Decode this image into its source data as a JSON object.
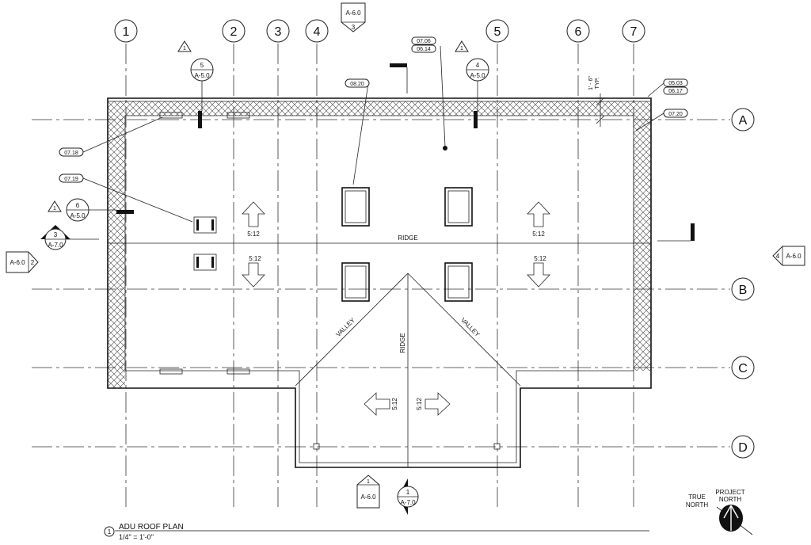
{
  "grid_columns": [
    "1",
    "2",
    "3",
    "4",
    "5",
    "6",
    "7"
  ],
  "grid_rows": [
    "A",
    "B",
    "C",
    "D"
  ],
  "keynotes": {
    "k0706": "07.06",
    "k0614": "06.14",
    "k0820": "08.20",
    "k0718": "07.18",
    "k0719": "07.19",
    "k0503": "05.03",
    "k0617": "06.17",
    "k0720": "07.20"
  },
  "sections": {
    "s5_num": "5",
    "s5_sheet": "A-5.0",
    "s4_num": "4",
    "s4_sheet": "A-5.0",
    "s6_num": "6",
    "s6_sheet": "A-5.0",
    "s3_num": "3",
    "s3_sheet": "A-7.0",
    "e2_sheet": "A-6.0",
    "e2_num": "2",
    "e4_sheet": "A-6.0",
    "e4_num": "4",
    "e3_sheet": "A-6.0",
    "e3_num": "3",
    "e1_sheet": "A-6.0",
    "e1_num": "1",
    "s1_num": "1",
    "s1_sheet": "A-7.0"
  },
  "revision_mark": "1",
  "roof": {
    "ridge": "RIDGE",
    "valley": "VALLEY",
    "slope": "5:12"
  },
  "dimension": {
    "value": "1' - 6\"",
    "note": "TYP."
  },
  "north": {
    "true": "TRUE",
    "true2": "NORTH",
    "project": "PROJECT",
    "project2": "NORTH"
  },
  "title": {
    "number": "1",
    "name": "ADU ROOF PLAN",
    "scale": "1/4\" = 1'-0\""
  }
}
